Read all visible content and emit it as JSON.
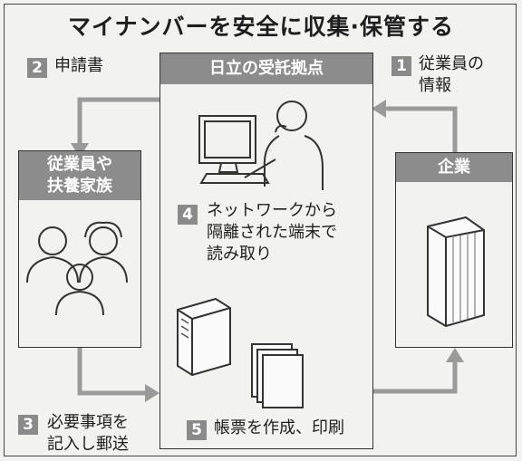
{
  "title": "マイナンバーを安全に収集·保管する",
  "center_box": {
    "header": "日立の受託拠点"
  },
  "left_box": {
    "header_line1": "従業員や",
    "header_line2": "扶養家族"
  },
  "right_box": {
    "header": "企業"
  },
  "steps": [
    {
      "num": "1",
      "line1": "従業員の",
      "line2": "情報"
    },
    {
      "num": "2",
      "line1": "申請書"
    },
    {
      "num": "3",
      "line1": "必要事項を",
      "line2": "記入し郵送"
    },
    {
      "num": "4",
      "line1": "ネットワークから",
      "line2": "隔離された端末で",
      "line3": "読み取り"
    },
    {
      "num": "5",
      "line1": "帳票を作成、印刷"
    }
  ]
}
